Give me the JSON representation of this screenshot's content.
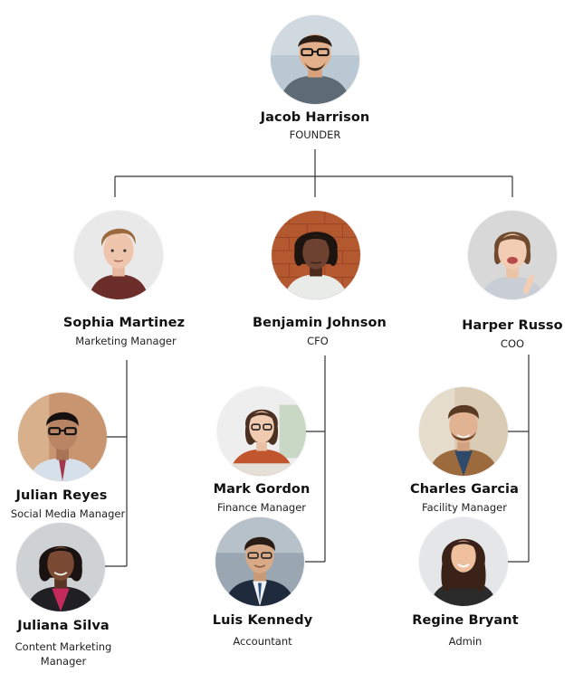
{
  "people": [
    {
      "key": "jacob",
      "name": "Jacob Harrison",
      "role": "FOUNDER",
      "icon": "person-photo"
    },
    {
      "key": "sophia",
      "name": "Sophia Martinez",
      "role": "Marketing Manager",
      "icon": "person-photo"
    },
    {
      "key": "benjamin",
      "name": "Benjamin Johnson",
      "role": "CFO",
      "icon": "person-photo"
    },
    {
      "key": "harper",
      "name": "Harper Russo",
      "role": "COO",
      "icon": "person-photo"
    },
    {
      "key": "julian",
      "name": "Julian Reyes",
      "role": "Social Media Manager",
      "icon": "person-photo"
    },
    {
      "key": "juliana",
      "name": "Juliana Silva",
      "role": "Content Marketing Manager",
      "icon": "person-photo"
    },
    {
      "key": "mark",
      "name": "Mark Gordon",
      "role": "Finance Manager",
      "icon": "person-photo"
    },
    {
      "key": "luis",
      "name": "Luis Kennedy",
      "role": "Accountant",
      "icon": "person-photo"
    },
    {
      "key": "charles",
      "name": "Charles Garcia",
      "role": "Facility Manager",
      "icon": "person-photo"
    },
    {
      "key": "regine",
      "name": "Regine Bryant",
      "role": "Admin",
      "icon": "person-photo"
    }
  ],
  "reports_to": {
    "sophia": "jacob",
    "benjamin": "jacob",
    "harper": "jacob",
    "julian": "sophia",
    "juliana": "sophia",
    "mark": "benjamin",
    "luis": "benjamin",
    "charles": "harper",
    "regine": "harper"
  },
  "colors": {
    "line": "#333333",
    "background": "#ffffff"
  }
}
